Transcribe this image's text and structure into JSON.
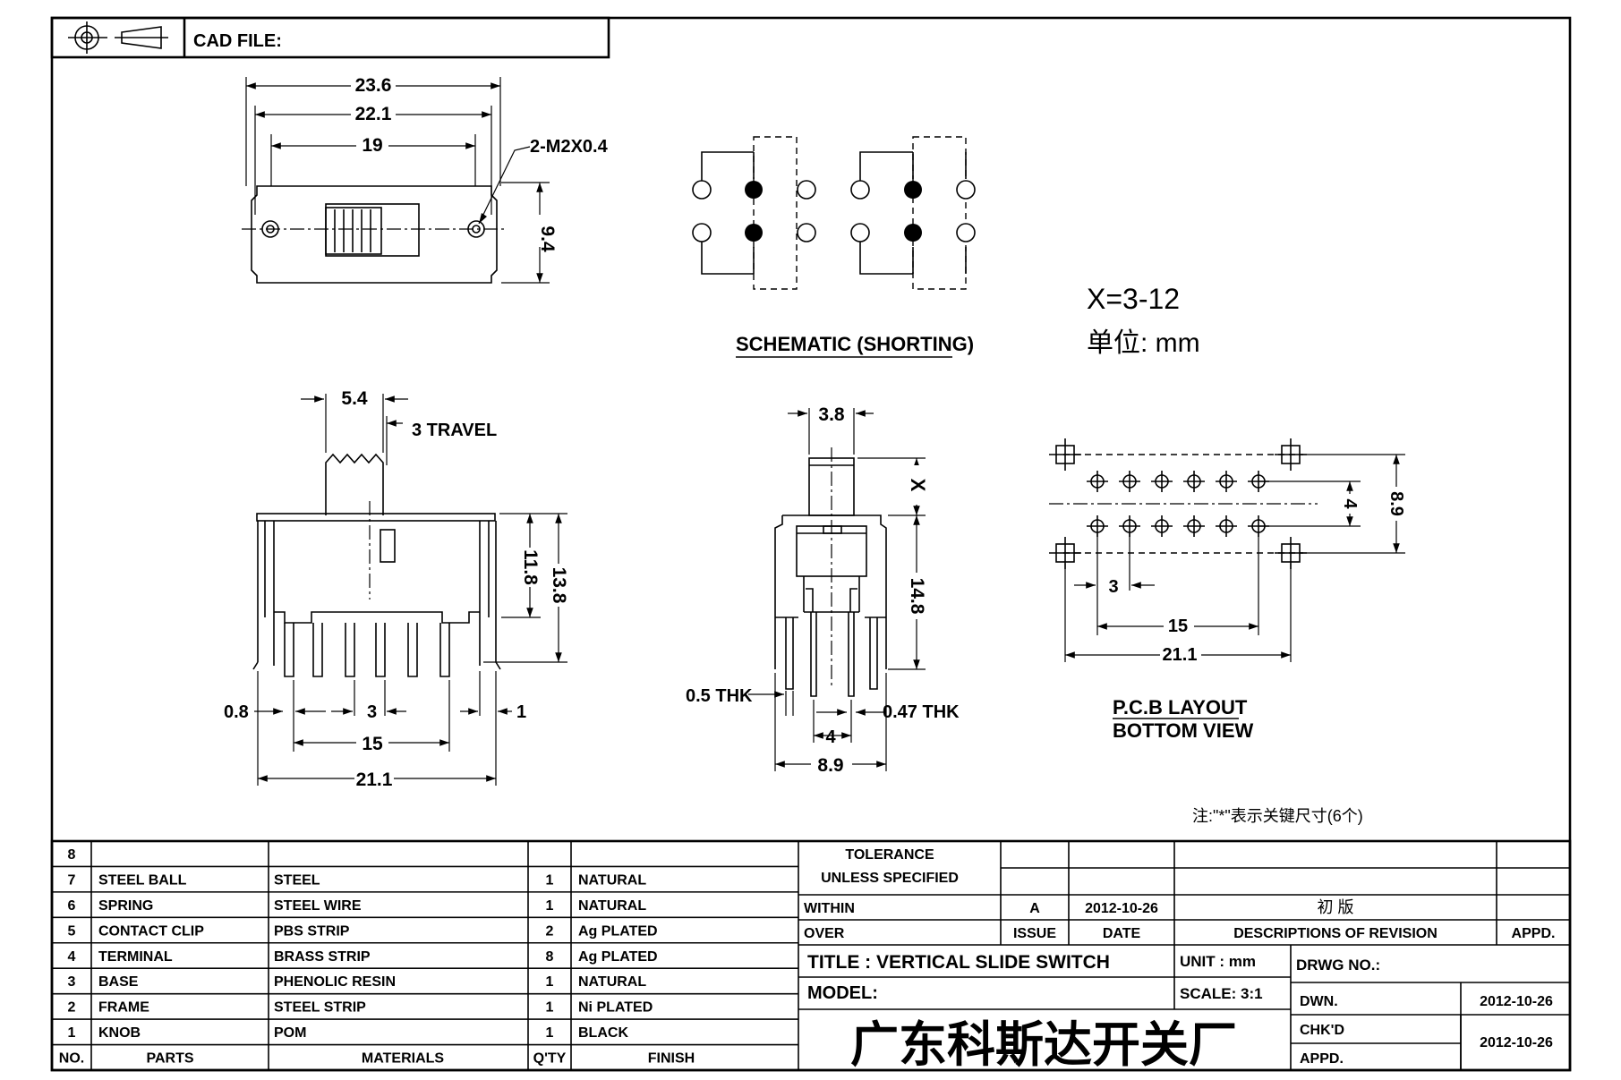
{
  "header": {
    "cad_file_label": "CAD FILE:"
  },
  "top_view": {
    "dims": {
      "overall_width": "23.6",
      "hole_pitch": "22.1",
      "inner_width": "19",
      "height": "9.4",
      "thread": "2-M2X0.4"
    }
  },
  "schematic": {
    "caption": "SCHEMATIC (SHORTING)"
  },
  "notes": {
    "x_range": "X=3-12",
    "unit_line": "单位: mm",
    "footnote": "注:\"*\"表示关键尺寸(6个)"
  },
  "front_view": {
    "dims": {
      "knob_width": "5.4",
      "travel": "3 TRAVEL",
      "body_height": "11.8",
      "total_height": "13.8",
      "pin_width": "0.8",
      "pin_pitch": "3",
      "pin_span": "15",
      "overall_width": "21.1",
      "right_offset": "1"
    }
  },
  "side_view": {
    "dims": {
      "knob_width": "3.8",
      "knob_height": "X",
      "body_height": "14.8",
      "frame_thk": "0.5 THK",
      "pin_thk": "0.47 THK",
      "pin_pitch": "4",
      "overall_width": "8.9"
    }
  },
  "pcb_layout": {
    "caption_line1": "P.C.B LAYOUT",
    "caption_line2": "BOTTOM VIEW",
    "dims": {
      "row_pitch": "4",
      "mount_pitch": "8.9",
      "pin_pitch": "3",
      "pin_span": "15",
      "mount_span": "21.1"
    }
  },
  "bom": {
    "rows": [
      {
        "no": "8",
        "part": "",
        "material": "",
        "qty": "",
        "finish": ""
      },
      {
        "no": "7",
        "part": "STEEL BALL",
        "material": "STEEL",
        "qty": "1",
        "finish": "NATURAL"
      },
      {
        "no": "6",
        "part": "SPRING",
        "material": "STEEL WIRE",
        "qty": "1",
        "finish": "NATURAL"
      },
      {
        "no": "5",
        "part": "CONTACT CLIP",
        "material": "PBS STRIP",
        "qty": "2",
        "finish": "Ag PLATED"
      },
      {
        "no": "4",
        "part": "TERMINAL",
        "material": "BRASS STRIP",
        "qty": "8",
        "finish": "Ag PLATED"
      },
      {
        "no": "3",
        "part": "BASE",
        "material": "PHENOLIC RESIN",
        "qty": "1",
        "finish": "NATURAL"
      },
      {
        "no": "2",
        "part": "FRAME",
        "material": "STEEL STRIP",
        "qty": "1",
        "finish": "Ni PLATED"
      },
      {
        "no": "1",
        "part": "KNOB",
        "material": "POM",
        "qty": "1",
        "finish": "BLACK"
      }
    ],
    "header": {
      "no": "NO.",
      "part": "PARTS",
      "material": "MATERIALS",
      "qty": "Q'TY",
      "finish": "FINISH"
    }
  },
  "title_block": {
    "tolerance_line1": "TOLERANCE",
    "tolerance_line2": "UNLESS  SPECIFIED",
    "within": "WITHIN",
    "over": "OVER",
    "rev_issue": "A",
    "rev_date": "2012-10-26",
    "rev_desc": "初 版",
    "issue_label": "ISSUE",
    "date_label": "DATE",
    "desc_label": "DESCRIPTIONS OF REVISION",
    "appd_label": "APPD.",
    "title": "TITLE :  VERTICAL SLIDE SWITCH",
    "unit": "UNIT :  mm",
    "drwg_no": "DRWG NO.:",
    "model": "MODEL:",
    "scale": "SCALE:  3:1",
    "dwn_label": "DWN.",
    "dwn_date": "2012-10-26",
    "chkd_label": "CHK'D",
    "appd2_label": "APPD.",
    "chk_date": "2012-10-26",
    "company": "广东科斯达开关厂"
  }
}
